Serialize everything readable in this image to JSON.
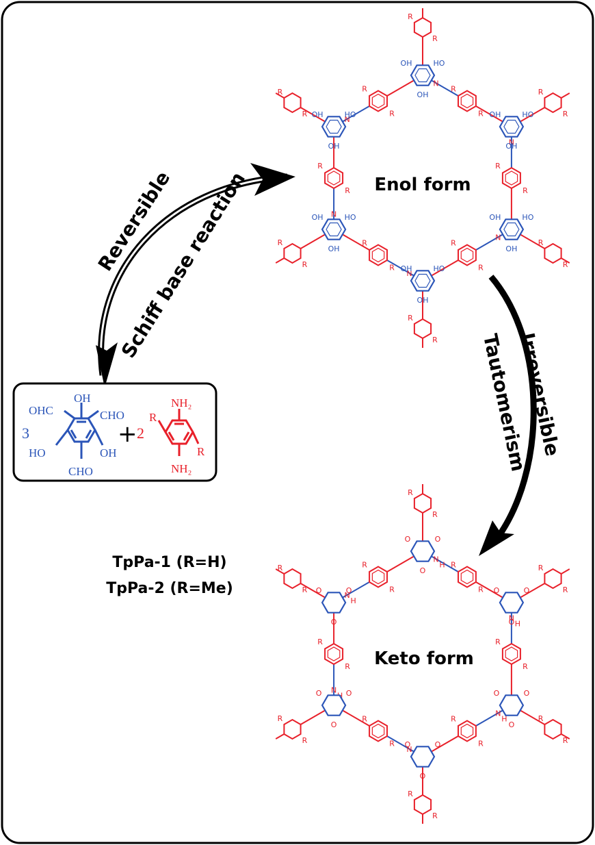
{
  "labels": {
    "reversible": "Reversible",
    "schiff": "Schiff base reaction",
    "irreversible": "Irreversible",
    "tautomerism": "Tautomerism",
    "enol": "Enol form",
    "keto": "Keto form",
    "tppa1": "TpPa-1 (R=H)",
    "tppa2": "TpPa-2 (R=Me)"
  },
  "reagents": {
    "count_aldehyde": "3",
    "plus": "+",
    "count_amine": "2",
    "oh": "OH",
    "ho": "HO",
    "cho": "CHO",
    "ohc": "OHC",
    "nh2": "NH₂",
    "r": "R"
  },
  "atoms": {
    "n": "N",
    "h": "H",
    "o": "O",
    "oh": "OH",
    "ho": "HO",
    "r": "R"
  },
  "colors": {
    "aldehyde": "#2b55b8",
    "amine": "#e8202a",
    "arrow": "#000000",
    "frame": "#000000"
  }
}
